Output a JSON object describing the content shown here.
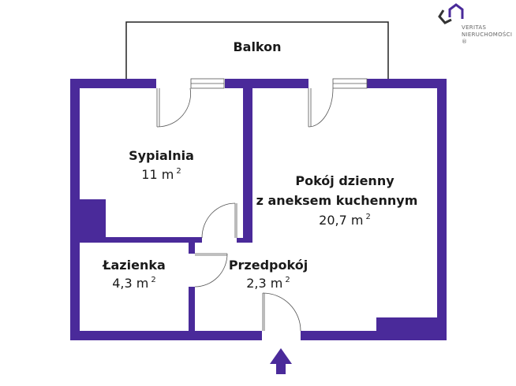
{
  "colors": {
    "wall": "#4a2a9a",
    "line": "#222222",
    "text": "#1a1a1a"
  },
  "logo": {
    "line1": "VERITAS",
    "line2": "NIERUCHOMOŚCI",
    "mark": "®"
  },
  "rooms": {
    "balcony": {
      "name": "Balkon"
    },
    "bedroom": {
      "name": "Sypialnia",
      "area": "11 m",
      "unit_sup": "2"
    },
    "living": {
      "name": "Pokój dzienny",
      "name2": "z aneksem kuchennym",
      "area": "20,7 m",
      "unit_sup": "2"
    },
    "bathroom": {
      "name": "Łazienka",
      "area": "4,3 m",
      "unit_sup": "2"
    },
    "hall": {
      "name": "Przedpokój",
      "area": "2,3 m",
      "unit_sup": "2"
    }
  },
  "entrance": {
    "icon": "arrow-up-icon"
  }
}
